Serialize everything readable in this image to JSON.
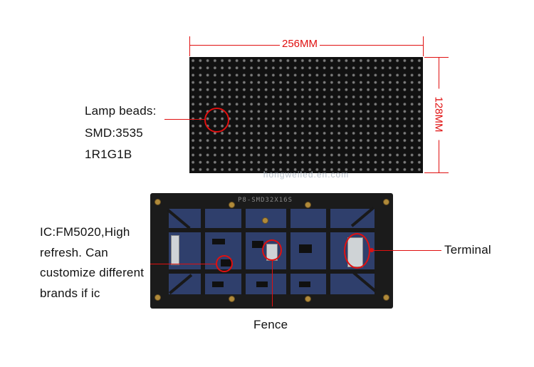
{
  "front": {
    "width_label": "256MM",
    "height_label": "128MM",
    "watermark": "hongweiled.en.com",
    "lamp_lines": [
      "Lamp beads:",
      "SMD:3535",
      "1R1G1B"
    ]
  },
  "back": {
    "part_number": "P8-SMD32X16S",
    "ic_lines": [
      "IC:FM5020,High",
      "refresh. Can",
      "customize different",
      "brands if ic"
    ],
    "terminal_label": "Terminal",
    "fence_label": "Fence"
  },
  "colors": {
    "annotation": "#e01010",
    "module_black": "#111111",
    "pcb_blue": "#2f3f6c"
  }
}
